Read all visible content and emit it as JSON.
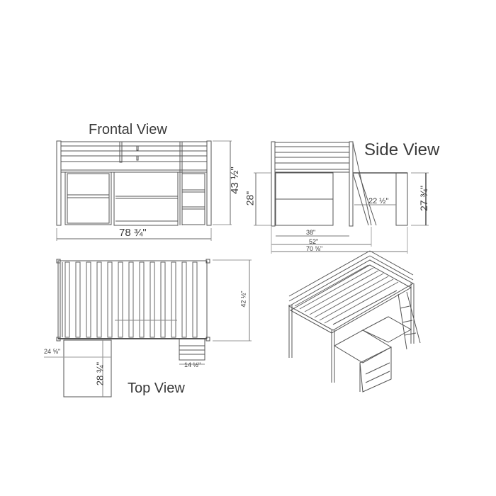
{
  "diagram": {
    "subject": "Loft bed with desk and ladder",
    "views": {
      "frontal": {
        "title": "Frontal View",
        "width_label": "78 ¾\"",
        "height_label": "43 ½\""
      },
      "side": {
        "title": "Side View",
        "bed_height_label": "28\"",
        "desk_height_label": "27 ¾\"",
        "desk_depth_label": "22 ½\"",
        "inner_width_label": "38\"",
        "overall_width_label": "52\"",
        "total_width_label": "70 ⅝\""
      },
      "top": {
        "title": "Top View",
        "depth_label": "42 ½\"",
        "desk_extension_label": "24 ⅝\"",
        "desk_length_label": "28 ¾\"",
        "ladder_width_label": "14 ½\""
      },
      "isometric": {
        "title": ""
      }
    },
    "colors": {
      "line": "#555555",
      "text": "#3a3a3a",
      "background": "#ffffff"
    }
  }
}
